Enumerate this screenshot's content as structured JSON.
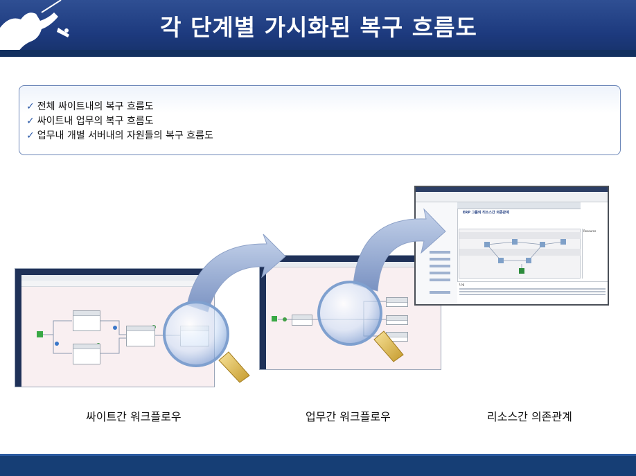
{
  "header": {
    "title": "각 단계별 가시화된 복구 흐름도"
  },
  "bullets": [
    "전체 싸이트내의 복구 흐름도",
    "싸이트내 업무의 복구 흐름도",
    "업무내 개별 서버내의 자원들의 복구 흐름도"
  ],
  "captions": {
    "site": "싸이트간 워크플로우",
    "biz": "업무간 워크플로우",
    "resource": "리소스간 의존관계"
  },
  "colors": {
    "header": "#1d3a7e",
    "footer": "#163e75",
    "check": "#2c5aa8"
  },
  "resource_window": {
    "title_bar": "ERP 그룹의 리소스간 의존관계",
    "panel_right": "Resource",
    "log_tab": "Log"
  }
}
